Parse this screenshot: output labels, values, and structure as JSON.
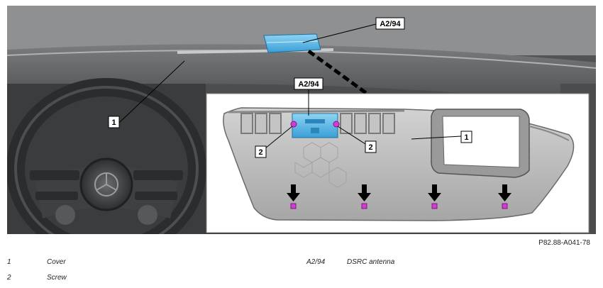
{
  "labels": {
    "antenna_main": "A2/94",
    "antenna_inset": "A2/94",
    "cover_main": "1",
    "cover_inset": "1",
    "screw_left": "2",
    "screw_right": "2"
  },
  "figure_code": "P82.88-A041-78",
  "legend": [
    {
      "key": "1",
      "text": "Cover"
    },
    {
      "key": "2",
      "text": "Screw"
    },
    {
      "key": "A2/94",
      "text": "DSRC antenna"
    }
  ],
  "colors": {
    "antenna": "#4fb6e8",
    "screw": "#d63ad6",
    "interior_dark": "#3c3e40",
    "panel_gray": "#b8b8b8"
  }
}
